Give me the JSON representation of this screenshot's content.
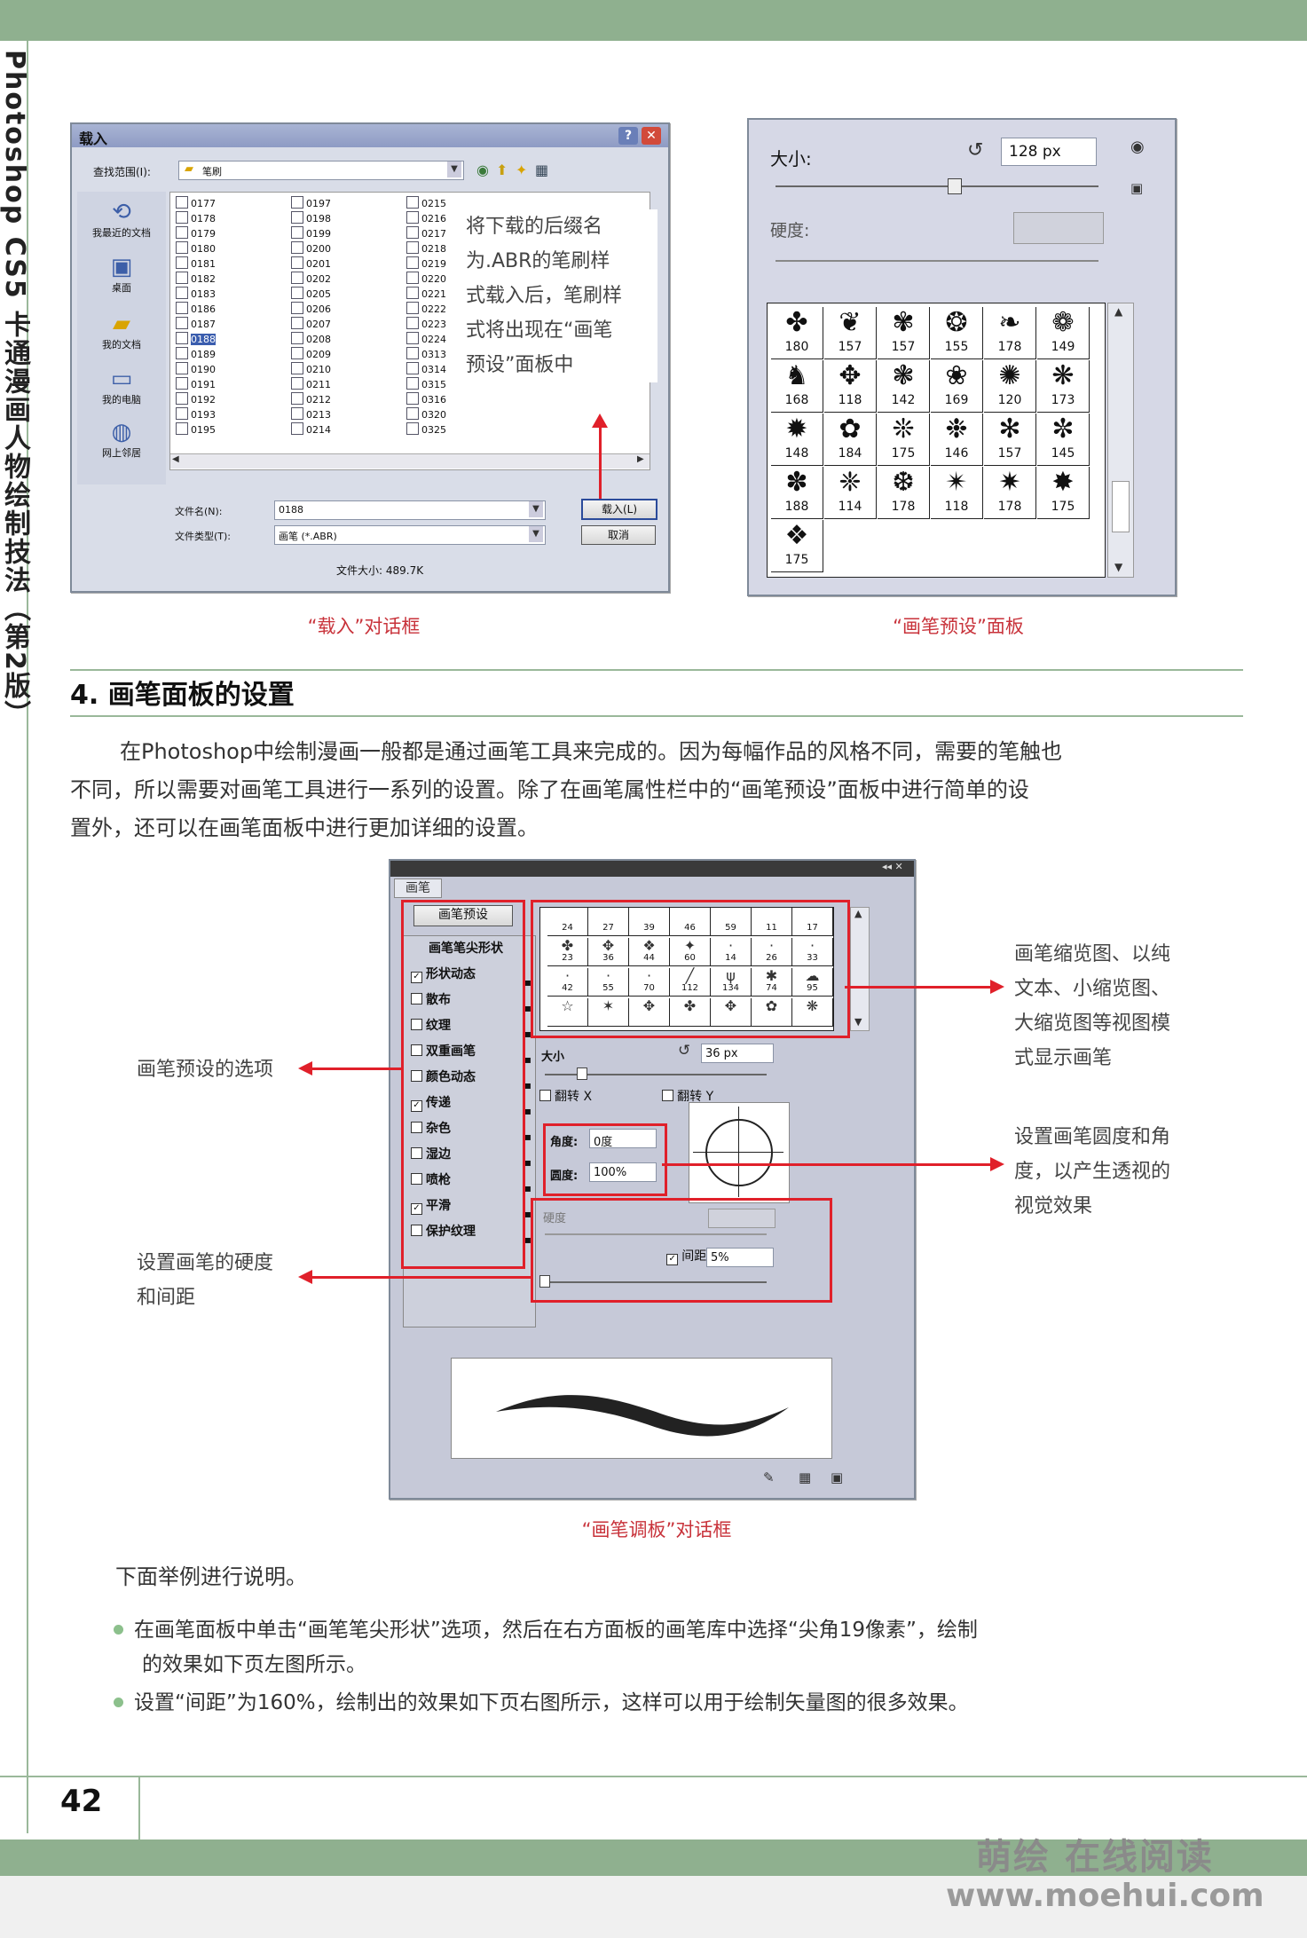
{
  "side_title": "Photoshop CS5 卡通漫画人物绘制技法（第2版）",
  "page_number": "42",
  "watermark": "萌绘 在线阅读",
  "watermark_url": "www.moehui.com",
  "colors": {
    "accent_green": "#8fb08f",
    "caption_red": "#c8323a",
    "highlight_red": "#e0202a"
  },
  "load_dialog": {
    "title": "载入",
    "look_in_label": "查找范围(I):",
    "look_in_value": "笔刷",
    "places": [
      "我最近的文档",
      "桌面",
      "我的文档",
      "我的电脑",
      "网上邻居"
    ],
    "files_col1": [
      "0177",
      "0178",
      "0179",
      "0180",
      "0181",
      "0182",
      "0183",
      "0186",
      "0187",
      "0188",
      "0189",
      "0190",
      "0191",
      "0192",
      "0193",
      "0195"
    ],
    "files_col2": [
      "0197",
      "0198",
      "0199",
      "0200",
      "0201",
      "0202",
      "0205",
      "0206",
      "0207",
      "0208",
      "0209",
      "0210",
      "0211",
      "0212",
      "0213",
      "0214"
    ],
    "files_col3": [
      "0215",
      "0216",
      "0217",
      "0218",
      "0219",
      "0220",
      "0221",
      "0222",
      "0223",
      "0224",
      "0313",
      "0314",
      "0315",
      "0316",
      "0320",
      "0325"
    ],
    "selected_file": "0188",
    "filename_label": "文件名(N):",
    "filename_value": "0188",
    "filetype_label": "文件类型(T):",
    "filetype_value": "画笔 (*.ABR)",
    "load_button": "载入(L)",
    "cancel_button": "取消",
    "filesize": "文件大小: 489.7K",
    "annotation": [
      "将下载的后缀名",
      "为.ABR的笔刷样",
      "式载入后，笔刷样",
      "式将出现在“画笔",
      "预设”面板中"
    ],
    "caption": "“载入”对话框"
  },
  "brush_preset_panel": {
    "size_label": "大小:",
    "size_value": "128 px",
    "hardness_label": "硬度:",
    "brushes": [
      {
        "n": "180",
        "g": "✤"
      },
      {
        "n": "157",
        "g": "❦"
      },
      {
        "n": "157",
        "g": "✾"
      },
      {
        "n": "155",
        "g": "❂"
      },
      {
        "n": "178",
        "g": "❧"
      },
      {
        "n": "149",
        "g": "❁"
      },
      {
        "n": "168",
        "g": "♞"
      },
      {
        "n": "118",
        "g": "✥"
      },
      {
        "n": "142",
        "g": "❃"
      },
      {
        "n": "169",
        "g": "❀"
      },
      {
        "n": "120",
        "g": "✺"
      },
      {
        "n": "173",
        "g": "❋"
      },
      {
        "n": "148",
        "g": "✹"
      },
      {
        "n": "184",
        "g": "✿"
      },
      {
        "n": "175",
        "g": "❊"
      },
      {
        "n": "146",
        "g": "❉"
      },
      {
        "n": "157",
        "g": "✻"
      },
      {
        "n": "145",
        "g": "✼"
      },
      {
        "n": "188",
        "g": "✽"
      },
      {
        "n": "114",
        "g": "❈"
      },
      {
        "n": "178",
        "g": "❆"
      },
      {
        "n": "118",
        "g": "✴"
      },
      {
        "n": "178",
        "g": "✷"
      },
      {
        "n": "175",
        "g": "✸"
      },
      {
        "n": "175",
        "g": "❖"
      }
    ],
    "caption": "“画笔预设”面板"
  },
  "section": {
    "heading": "4. 画笔面板的设置",
    "paragraph": [
      "在Photoshop中绘制漫画一般都是通过画笔工具来完成的。因为每幅作品的风格不同，需要的笔触也",
      "不同，所以需要对画笔工具进行一系列的设置。除了在画笔属性栏中的“画笔预设”面板中进行简单的设",
      "置外，还可以在画笔面板中进行更加详细的设置。"
    ]
  },
  "brush_dialog": {
    "tab": "画笔",
    "preset_button": "画笔预设",
    "tip_shape": "画笔笔尖形状",
    "options": [
      {
        "label": "形状动态",
        "checked": true
      },
      {
        "label": "散布",
        "checked": false
      },
      {
        "label": "纹理",
        "checked": false
      },
      {
        "label": "双重画笔",
        "checked": false
      },
      {
        "label": "颜色动态",
        "checked": false
      },
      {
        "label": "传递",
        "checked": true
      },
      {
        "label": "杂色",
        "checked": false
      },
      {
        "label": "湿边",
        "checked": false
      },
      {
        "label": "喷枪",
        "checked": false
      },
      {
        "label": "平滑",
        "checked": true
      },
      {
        "label": "保护纹理",
        "checked": false
      }
    ],
    "tips": [
      {
        "n": "24",
        "g": ""
      },
      {
        "n": "27",
        "g": ""
      },
      {
        "n": "39",
        "g": ""
      },
      {
        "n": "46",
        "g": ""
      },
      {
        "n": "59",
        "g": ""
      },
      {
        "n": "11",
        "g": ""
      },
      {
        "n": "17",
        "g": ""
      },
      {
        "n": "23",
        "g": "✤"
      },
      {
        "n": "36",
        "g": "✥"
      },
      {
        "n": "44",
        "g": "❖"
      },
      {
        "n": "60",
        "g": "✦"
      },
      {
        "n": "14",
        "g": "·"
      },
      {
        "n": "26",
        "g": "·"
      },
      {
        "n": "33",
        "g": "·"
      },
      {
        "n": "42",
        "g": "·"
      },
      {
        "n": "55",
        "g": "·"
      },
      {
        "n": "70",
        "g": "·"
      },
      {
        "n": "112",
        "g": "╱"
      },
      {
        "n": "134",
        "g": "ψ"
      },
      {
        "n": "74",
        "g": "✱"
      },
      {
        "n": "95",
        "g": "☁"
      },
      {
        "n": "",
        "g": "☆"
      },
      {
        "n": "",
        "g": "✶"
      },
      {
        "n": "",
        "g": "✥"
      },
      {
        "n": "",
        "g": "✤"
      },
      {
        "n": "",
        "g": "✥"
      },
      {
        "n": "",
        "g": "✿"
      },
      {
        "n": "",
        "g": "❋"
      }
    ],
    "size_label": "大小",
    "size_value": "36 px",
    "flip_x": "翻转 X",
    "flip_y": "翻转 Y",
    "angle_label": "角度:",
    "angle_value": "0度",
    "roundness_label": "圆度:",
    "roundness_value": "100%",
    "hardness_label": "硬度",
    "spacing_label": "间距",
    "spacing_value": "5%",
    "caption": "“画笔调板”对话框"
  },
  "annotations": {
    "tips_view": [
      "画笔缩览图、以纯",
      "文本、小缩览图、",
      "大缩览图等视图模",
      "式显示画笔"
    ],
    "preset_options": "画笔预设的选项",
    "roundness_angle": [
      "设置画笔圆度和角",
      "度，以产生透视的",
      "视觉效果"
    ],
    "hardness_spacing": [
      "设置画笔的硬度",
      "和间距"
    ]
  },
  "example": {
    "intro": "下面举例进行说明。",
    "bullets": [
      [
        "在画笔面板中单击“画笔笔尖形状”选项，然后在右方面板的画笔库中选择“尖角19像素”，绘制",
        "的效果如下页左图所示。"
      ],
      [
        "设置“间距”为160%，绘制出的效果如下页右图所示，这样可以用于绘制矢量图的很多效果。"
      ]
    ]
  }
}
